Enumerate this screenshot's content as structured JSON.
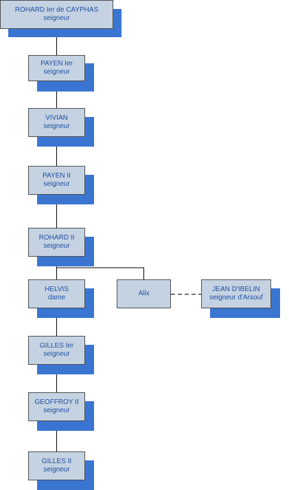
{
  "people": {
    "rohard_i": {
      "name": "ROHARD Ier de CAYPHAS",
      "title": "seigneur"
    },
    "payen_i": {
      "name": "PAYEN Ier",
      "title": "seigneur"
    },
    "vivian": {
      "name": "VIVIAN",
      "title": "seigneur"
    },
    "payen_ii": {
      "name": "PAYEN II",
      "title": "seigneur"
    },
    "rohard_ii": {
      "name": "ROHARD II",
      "title": "seigneur"
    },
    "helvis": {
      "name": "HELVIS",
      "title": "dame"
    },
    "alix": {
      "name": "Alix"
    },
    "jean_ibelin": {
      "name": "JEAN D'IBELIN",
      "title": "seigneur d'Arsouf"
    },
    "gilles_i": {
      "name": "GILLES Ier",
      "title": "seigneur"
    },
    "geoffroy_ii": {
      "name": "GEOFFROY II",
      "title": "seigneur"
    },
    "gilles_ii": {
      "name": "GILLES II",
      "title": "seigneur"
    }
  },
  "colors": {
    "box_fill": "#c5d2e2",
    "box_shadow": "#3a75d1",
    "text": "#1f4fa3",
    "line": "#000000"
  }
}
